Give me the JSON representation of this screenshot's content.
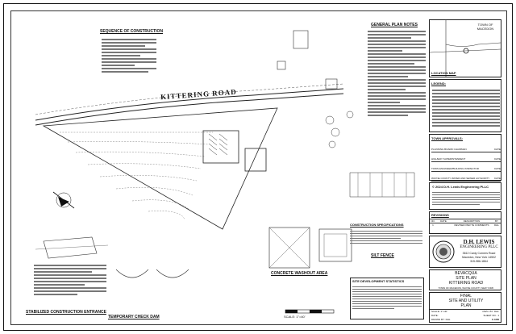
{
  "drawing": {
    "sequence_title": "SEQUENCE OF CONSTRUCTION",
    "road_name": "KITTERING ROAD",
    "general_notes_title": "GENERAL PLAN NOTES",
    "location_map": {
      "title": "LOCATION MAP",
      "town_label": "TOWN OF MACEDON"
    },
    "legend_title": "LEGEND:",
    "town_approvals": {
      "title": "TOWN APPROVALS:",
      "rows": [
        {
          "label": "PLANNING BOARD CHAIRMAN",
          "date": "DATE"
        },
        {
          "label": "HIGHWAY SUPERINTENDENT",
          "date": "DATE"
        },
        {
          "label": "TOWN ENGINEER/BUILDING INSPECTOR",
          "date": "DATE"
        },
        {
          "label": "WAYNE COUNTY WATER AND SEWER AUTHORITY",
          "date": "DATE"
        }
      ]
    },
    "copyright": "© 2024 D.H. Lewis Engineering PLLC",
    "revisions": {
      "title": "REVISIONS",
      "headers": [
        "NO.",
        "DATE",
        "DESCRIPTION",
        "BY"
      ],
      "rows": [
        {
          "no": "1",
          "date": "",
          "desc": "REVISED PER TE COMMENTS",
          "by": "DHL"
        }
      ]
    },
    "firm": {
      "name_line1": "D.H. LEWIS",
      "name_line2": "ENGINEERING PLLC",
      "address1": "3612 Canty Corners Road",
      "address2": "Macedon, New York 14502",
      "phone": "315-986-1864"
    },
    "project": {
      "line1": "BEVACQUA",
      "line2": "SITE PLAN",
      "line3": "KITTERING ROAD",
      "location": "TOWN OF MACEDON, WAYNE COUNTY, NEW YORK"
    },
    "sheet": {
      "line1": "FINAL",
      "line2": "SITE AND UTILITY",
      "line3": "PLAN",
      "scale_label": "SCALE:",
      "scale": "1\"=40'",
      "date_label": "DATE:",
      "dwg_label": "DWG. BY:",
      "dwg_by": "DHL",
      "sheet_label": "SHEET NO.:",
      "sheet_no": "1",
      "drawn_label": "DRAWN BY:",
      "drawn_by": "DHL",
      "number": "C-1RD"
    },
    "details": {
      "stab_entrance": "STABILIZED CONSTRUCTION ENTRANCE",
      "check_dam": "TEMPORARY CHECK DAM",
      "washout": "CONCRETE WASHOUT AREA",
      "silt_fence": "SILT FENCE",
      "site_stats": "SITE DEVELOPMENT STATISTICS",
      "construction_spec": "CONSTRUCTION SPECIFICATIONS",
      "scale_bar": "SCALE: 1\"=40'"
    }
  }
}
